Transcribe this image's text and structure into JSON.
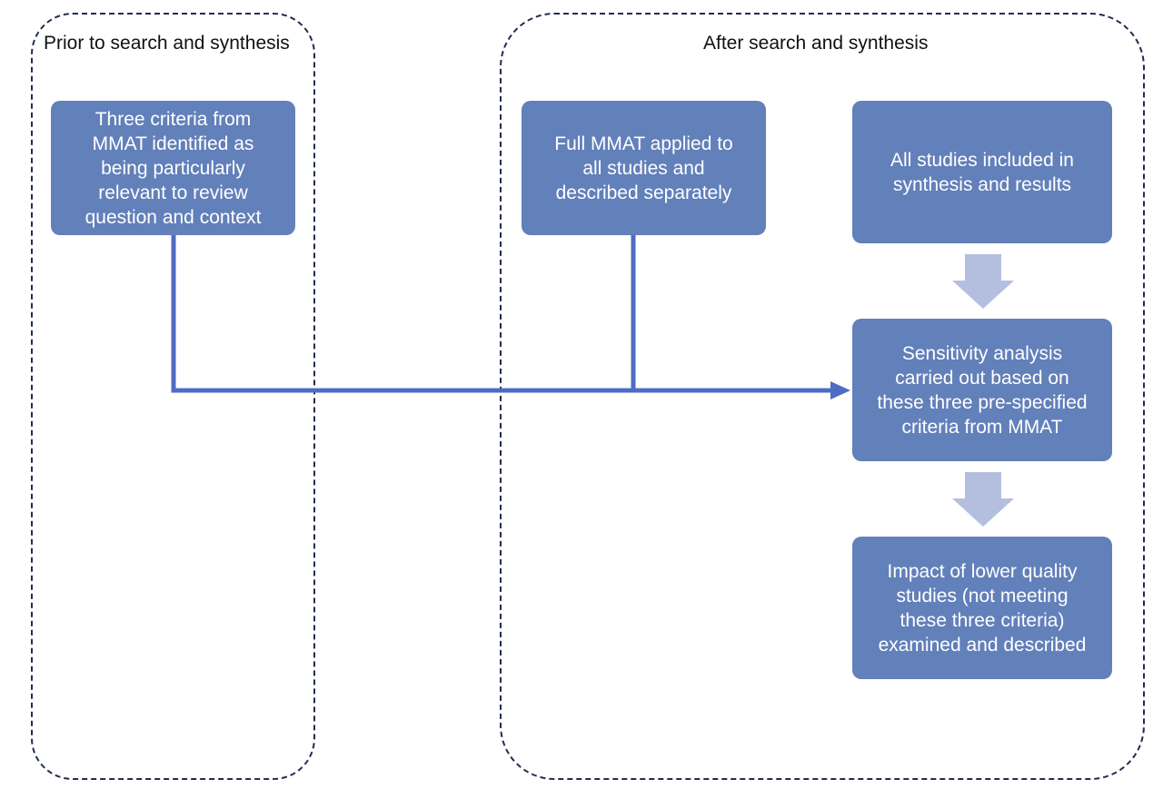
{
  "panels": {
    "prior": {
      "title": "Prior to search and synthesis"
    },
    "after": {
      "title": "After search and synthesis"
    }
  },
  "boxes": {
    "three_criteria": "Three criteria from\nMMAT identified as\nbeing particularly\nrelevant to review\nquestion and context",
    "full_mmat": "Full MMAT applied to\nall studies and\ndescribed separately",
    "all_studies": "All studies included in\nsynthesis and results",
    "sensitivity": "Sensitivity analysis\ncarried out based on\nthese three pre-specified\ncriteria from MMAT",
    "impact": "Impact of lower quality\nstudies (not meeting\nthese three criteria)\nexamined and described"
  },
  "colors": {
    "box_fill": "#6280ba",
    "connector": "#4f6cc4",
    "block_arrow": "#b4bfdf",
    "panel_border": "#1f2d4d"
  }
}
